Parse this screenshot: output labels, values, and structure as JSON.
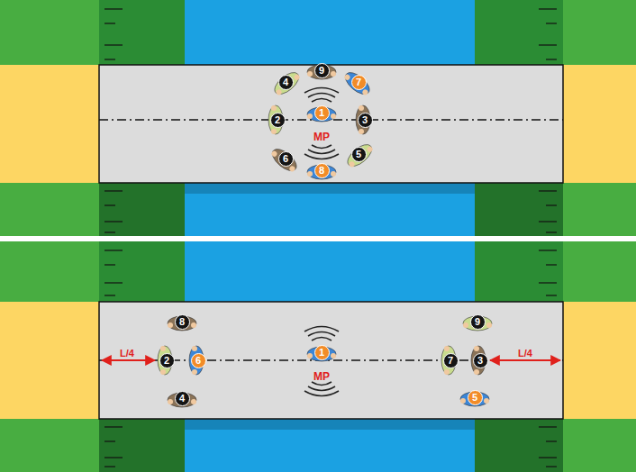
{
  "diagram": {
    "nodes": [
      {
        "text": [
          "9"
        ]
      },
      {
        "text": [
          "4"
        ]
      },
      {
        "text": [
          "7"
        ]
      },
      {
        "text": [
          "2"
        ]
      },
      {
        "text": [
          "1"
        ]
      },
      {
        "text": [
          "3"
        ]
      },
      {
        "text": [
          "6"
        ]
      },
      {
        "text": [
          "5"
        ]
      },
      {
        "text": [
          "8"
        ]
      },
      {
        "text": [
          "8"
        ]
      },
      {
        "text": [
          "9"
        ]
      },
      {
        "text": [
          "2"
        ]
      },
      {
        "text": [
          "6"
        ]
      },
      {
        "text": [
          "1"
        ]
      },
      {
        "text": [
          "7"
        ]
      },
      {
        "text": [
          "3"
        ]
      },
      {
        "text": [
          "4"
        ]
      },
      {
        "text": [
          "5"
        ]
      }
    ],
    "labels": [
      "MP",
      "MP",
      "L/4",
      "L/4"
    ]
  }
}
